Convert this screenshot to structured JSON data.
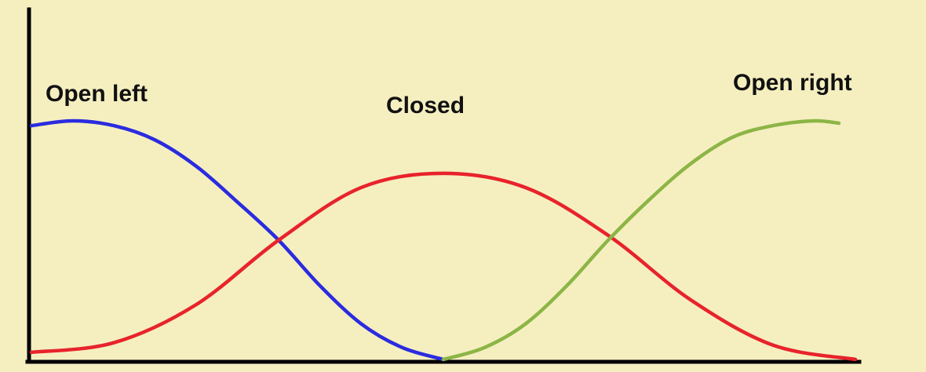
{
  "chart_data": {
    "type": "line",
    "xlim": [
      0,
      1
    ],
    "ylim": [
      0,
      1
    ],
    "grid": false,
    "background": "#f5efc0",
    "axis_color": "#000000",
    "series": [
      {
        "name": "Open left",
        "color": "#2b2bdf",
        "x": [
          0.0,
          0.05,
          0.1,
          0.15,
          0.2,
          0.25,
          0.3,
          0.35,
          0.4,
          0.45,
          0.5
        ],
        "y": [
          0.98,
          1.0,
          0.98,
          0.92,
          0.81,
          0.66,
          0.5,
          0.31,
          0.15,
          0.05,
          0.0
        ]
      },
      {
        "name": "Closed",
        "color": "#e8232b",
        "x": [
          0.0,
          0.1,
          0.2,
          0.3,
          0.4,
          0.5,
          0.6,
          0.7,
          0.8,
          0.9,
          1.0
        ],
        "y": [
          0.03,
          0.07,
          0.23,
          0.5,
          0.72,
          0.78,
          0.72,
          0.52,
          0.25,
          0.06,
          0.0
        ]
      },
      {
        "name": "Open right",
        "color": "#8cb545",
        "x": [
          0.5,
          0.55,
          0.6,
          0.65,
          0.7,
          0.75,
          0.8,
          0.85,
          0.9,
          0.95,
          0.98
        ],
        "y": [
          0.0,
          0.05,
          0.15,
          0.31,
          0.5,
          0.67,
          0.82,
          0.93,
          0.98,
          1.0,
          0.99
        ]
      }
    ]
  }
}
